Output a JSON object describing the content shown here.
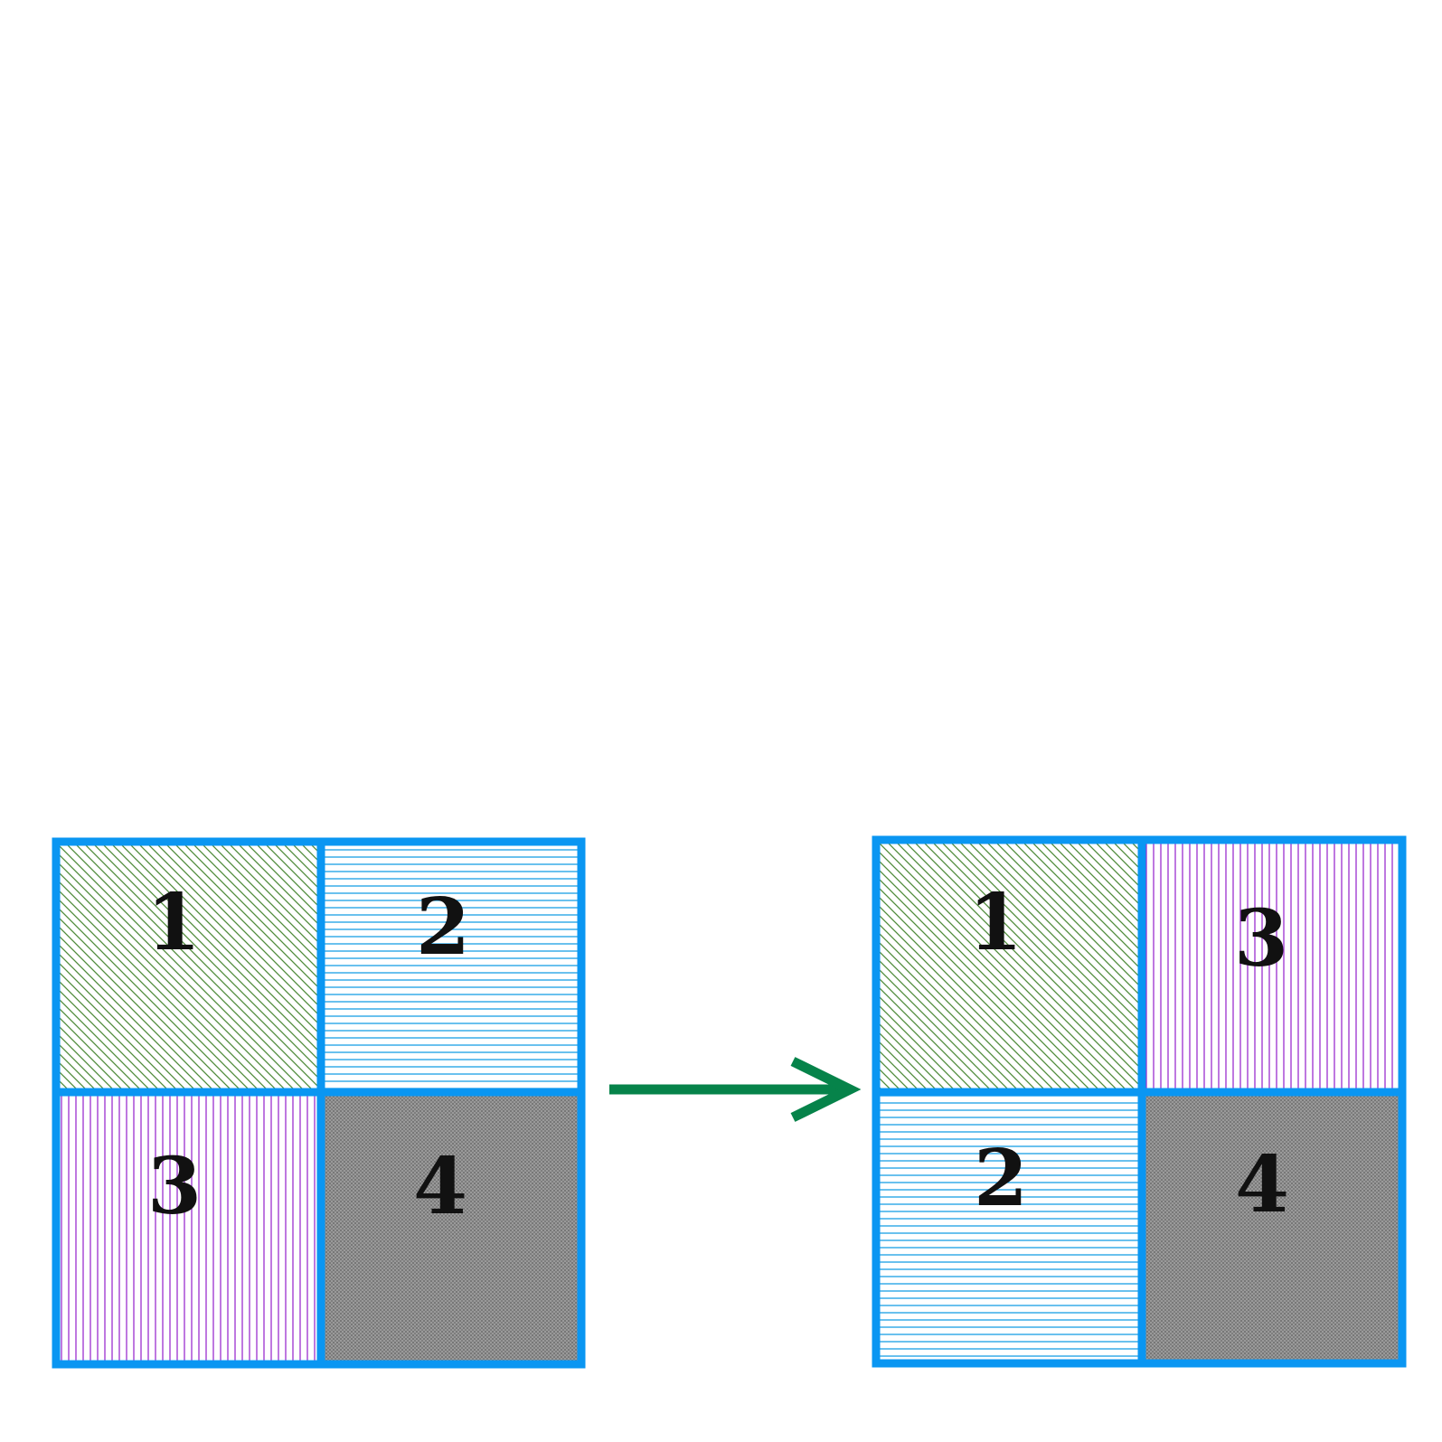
{
  "colors": {
    "frame": "#0a96f2",
    "arrow": "#06834a",
    "quad1_lines": "#4f8b3a",
    "quad2_lines": "#1aa0e6",
    "quad3_lines": "#9b2fd0",
    "quad4_fill": "#8c8c8c",
    "text": "#111111"
  },
  "grids": {
    "before": {
      "cells": [
        {
          "label": "1",
          "pattern": "diagonal-green"
        },
        {
          "label": "2",
          "pattern": "horizontal-blue"
        },
        {
          "label": "3",
          "pattern": "vertical-purple"
        },
        {
          "label": "4",
          "pattern": "stipple-gray"
        }
      ]
    },
    "after": {
      "cells": [
        {
          "label": "1",
          "pattern": "diagonal-green"
        },
        {
          "label": "3",
          "pattern": "vertical-purple"
        },
        {
          "label": "2",
          "pattern": "horizontal-blue"
        },
        {
          "label": "4",
          "pattern": "stipple-gray"
        }
      ]
    }
  },
  "arrow": {
    "icon": "right-arrow-icon"
  }
}
